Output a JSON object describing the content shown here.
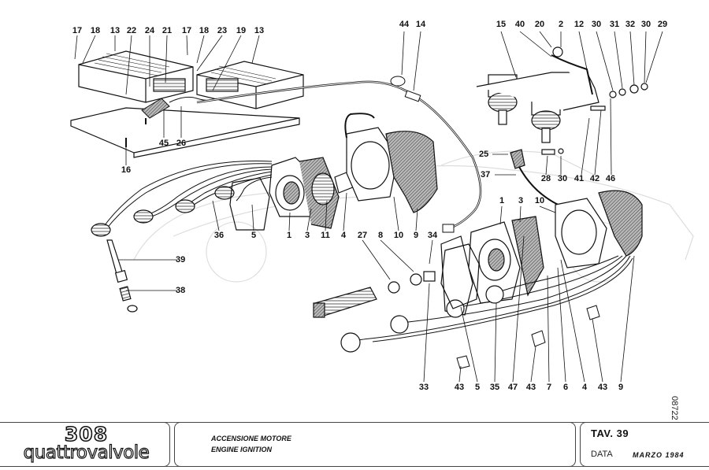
{
  "drawing": {
    "sheet_id": "08722",
    "callouts": {
      "c17a": "17",
      "c18a": "18",
      "c13a": "13",
      "c22": "22",
      "c24": "24",
      "c21": "21",
      "c17b": "17",
      "c18b": "18",
      "c23": "23",
      "c19": "19",
      "c13b": "13",
      "c44": "44",
      "c14": "14",
      "c15": "15",
      "c40": "40",
      "c20": "20",
      "c2": "2",
      "c12": "12",
      "c30a": "30",
      "c31": "31",
      "c32": "32",
      "c30b": "30",
      "c29": "29",
      "c45": "45",
      "c26": "26",
      "c16": "16",
      "c25": "25",
      "c37": "37",
      "c28": "28",
      "c30c": "30",
      "c41": "41",
      "c42": "42",
      "c46": "46",
      "c36": "36",
      "c5a": "5",
      "c1a": "1",
      "c3a": "3",
      "c11": "11",
      "c4a": "4",
      "c27": "27",
      "c8": "8",
      "c10a": "10",
      "c9a": "9",
      "c34": "34",
      "c1b": "1",
      "c3b": "3",
      "c10b": "10",
      "c39": "39",
      "c38": "38",
      "c33": "33",
      "c43a": "43",
      "c5b": "5",
      "c35": "35",
      "c47": "47",
      "c43b": "43",
      "c7": "7",
      "c6": "6",
      "c4b": "4",
      "c43c": "43",
      "c9b": "9"
    }
  },
  "title_block": {
    "logo_number": "308",
    "logo_word": "quattrovalvole",
    "title_it": "ACCENSIONE MOTORE",
    "title_en": "ENGINE IGNITION",
    "plate_label": "TAV. 39",
    "date_label": "DATA",
    "date_value": "MARZO 1984"
  }
}
